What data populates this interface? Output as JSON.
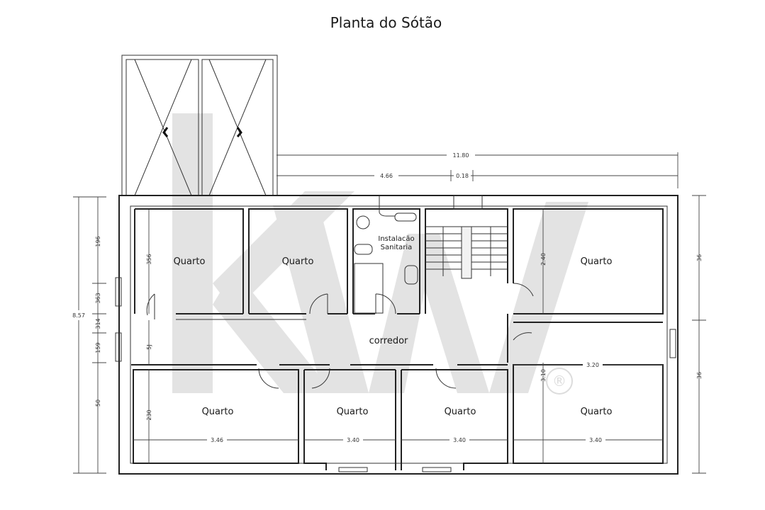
{
  "title": "Planta do Sótão",
  "watermark": {
    "text": "kw",
    "registered_mark": "®",
    "color": "#e3e3e3"
  },
  "rooms": {
    "top_left": "Quarto",
    "top_second": "Quarto",
    "bathroom_line1": "Instalacão",
    "bathroom_line2": "Sanitaria",
    "top_right": "Quarto",
    "corridor": "corredor",
    "bottom_1": "Quarto",
    "bottom_2": "Quarto",
    "bottom_3": "Quarto",
    "bottom_4": "Quarto"
  },
  "dimensions": {
    "top_total": "11.80",
    "top_segment_a": "4.66",
    "top_segment_b": "0.18",
    "left_total": "8.57",
    "left_1": "196",
    "left_2": "363",
    "left_3": "314",
    "left_4": "159",
    "left_5": "50",
    "right_1": "36",
    "right_2": "36",
    "room_top_left_height": "356",
    "corridor_width": "5J",
    "room_top_right_height": "2.40",
    "room_bottom_left_height": "230",
    "room_bottom_right_height": "3.10",
    "room_bottom_right_width_top": "3.20",
    "room_bottom_1_width": "3.46",
    "room_bottom_2_width": "3.40",
    "room_bottom_3_width": "3.40",
    "room_bottom_4_width": "3.40"
  }
}
